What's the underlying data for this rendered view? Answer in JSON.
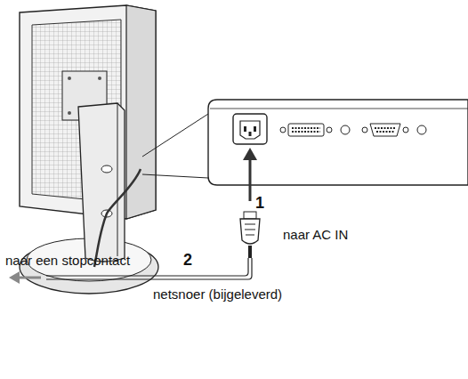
{
  "diagram": {
    "labels": [
      "1",
      "naar AC IN",
      "naar een stopcontact",
      "2",
      "netsnoer (bijgeleverd)"
    ]
  }
}
